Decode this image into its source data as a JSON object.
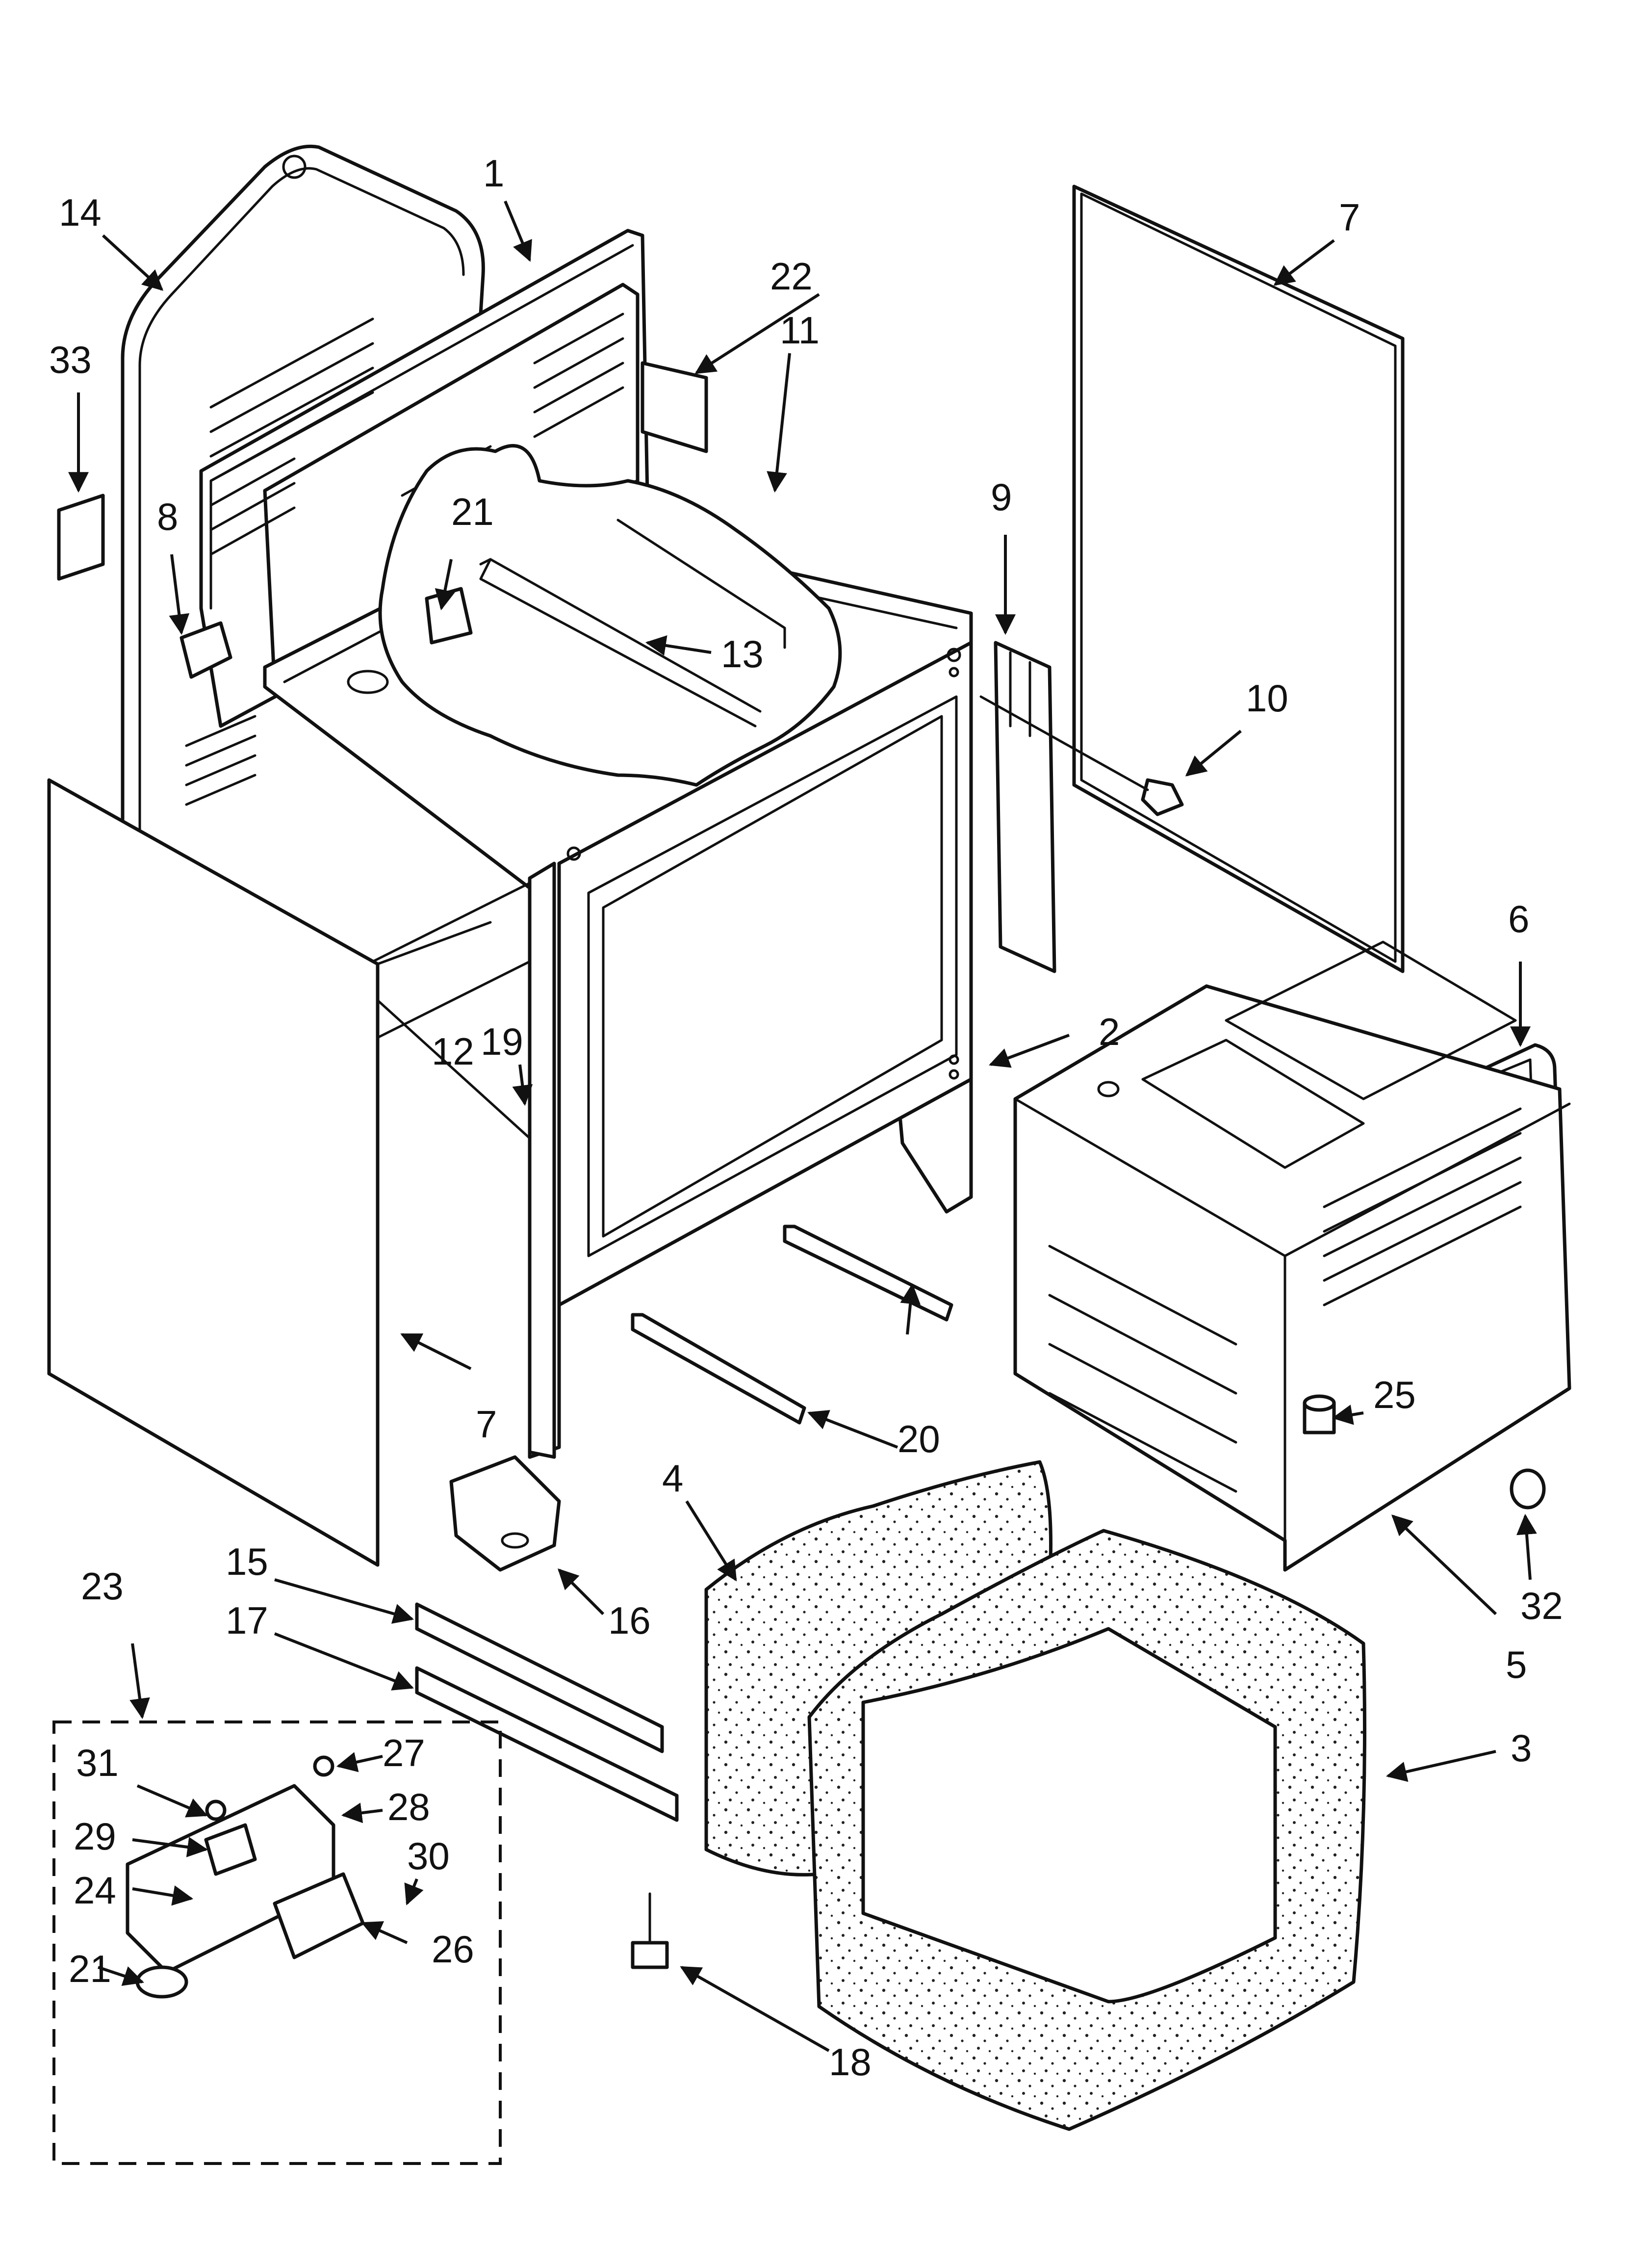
{
  "callouts": [
    {
      "id": "c1",
      "text": "1"
    },
    {
      "id": "c2",
      "text": "2"
    },
    {
      "id": "c3",
      "text": "3"
    },
    {
      "id": "c4",
      "text": "4"
    },
    {
      "id": "c5",
      "text": "5"
    },
    {
      "id": "c6",
      "text": "6"
    },
    {
      "id": "c7a",
      "text": "7"
    },
    {
      "id": "c7b",
      "text": "7"
    },
    {
      "id": "c8",
      "text": "8"
    },
    {
      "id": "c9",
      "text": "9"
    },
    {
      "id": "c10",
      "text": "10"
    },
    {
      "id": "c11",
      "text": "11"
    },
    {
      "id": "c12",
      "text": "12"
    },
    {
      "id": "c13",
      "text": "13"
    },
    {
      "id": "c14",
      "text": "14"
    },
    {
      "id": "c15",
      "text": "15"
    },
    {
      "id": "c16",
      "text": "16"
    },
    {
      "id": "c17",
      "text": "17"
    },
    {
      "id": "c18",
      "text": "18"
    },
    {
      "id": "c19",
      "text": "19"
    },
    {
      "id": "c20",
      "text": "20"
    },
    {
      "id": "c21a",
      "text": "21"
    },
    {
      "id": "c21b",
      "text": "21"
    },
    {
      "id": "c22",
      "text": "22"
    },
    {
      "id": "c23",
      "text": "23"
    },
    {
      "id": "c24",
      "text": "24"
    },
    {
      "id": "c25",
      "text": "25"
    },
    {
      "id": "c26",
      "text": "26"
    },
    {
      "id": "c27",
      "text": "27"
    },
    {
      "id": "c28",
      "text": "28"
    },
    {
      "id": "c29",
      "text": "29"
    },
    {
      "id": "c30",
      "text": "30"
    },
    {
      "id": "c31",
      "text": "31"
    },
    {
      "id": "c32",
      "text": "32"
    },
    {
      "id": "c33",
      "text": "33"
    }
  ]
}
